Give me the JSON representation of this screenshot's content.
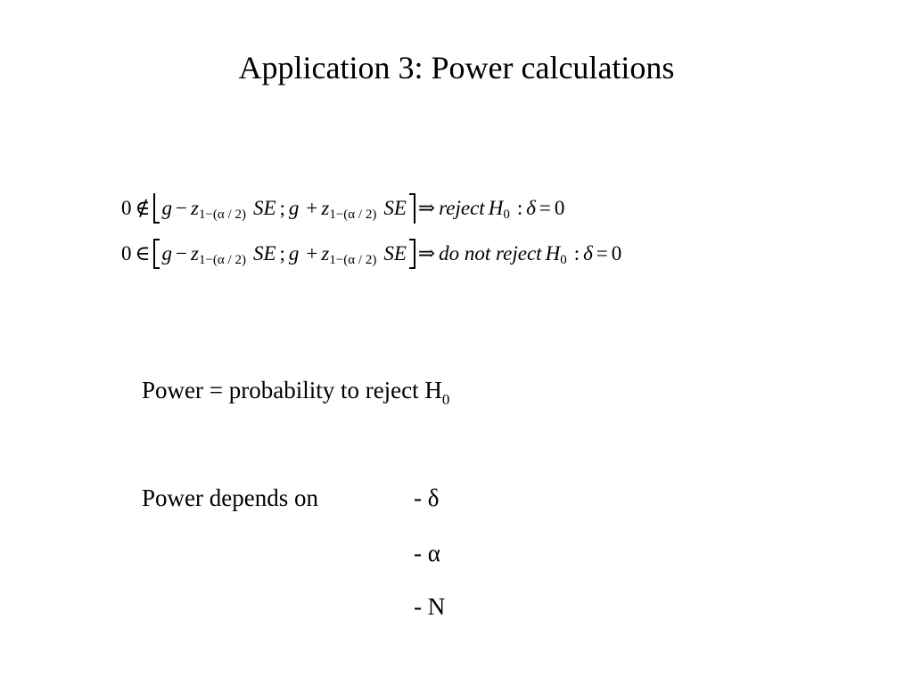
{
  "slide": {
    "title": "Application 3: Power calculations",
    "equation_1": {
      "lhs": "0",
      "relation": "∉",
      "g": "g",
      "minus": "−",
      "z": "z",
      "z_sub": "1−(α / 2)",
      "se": "SE",
      "sep": ";",
      "plus": "+",
      "implies": "⇒",
      "conclusion": "reject",
      "h": "H",
      "h_sub": "0",
      "colon": ":",
      "delta": "δ",
      "eq": "=",
      "rhs": "0"
    },
    "equation_2": {
      "lhs": "0",
      "relation": "∈",
      "g": "g",
      "minus": "−",
      "z": "z",
      "z_sub": "1−(α / 2)",
      "se": "SE",
      "sep": ";",
      "plus": "+",
      "implies": "⇒",
      "conclusion": "do not reject",
      "h": "H",
      "h_sub": "0",
      "colon": ":",
      "delta": "δ",
      "eq": "=",
      "rhs": "0"
    },
    "power_definition": {
      "text": "Power = probability to reject H",
      "sub": "0"
    },
    "power_depends": {
      "label": "Power depends on",
      "items": [
        "- δ",
        "- α",
        "- N"
      ]
    }
  }
}
